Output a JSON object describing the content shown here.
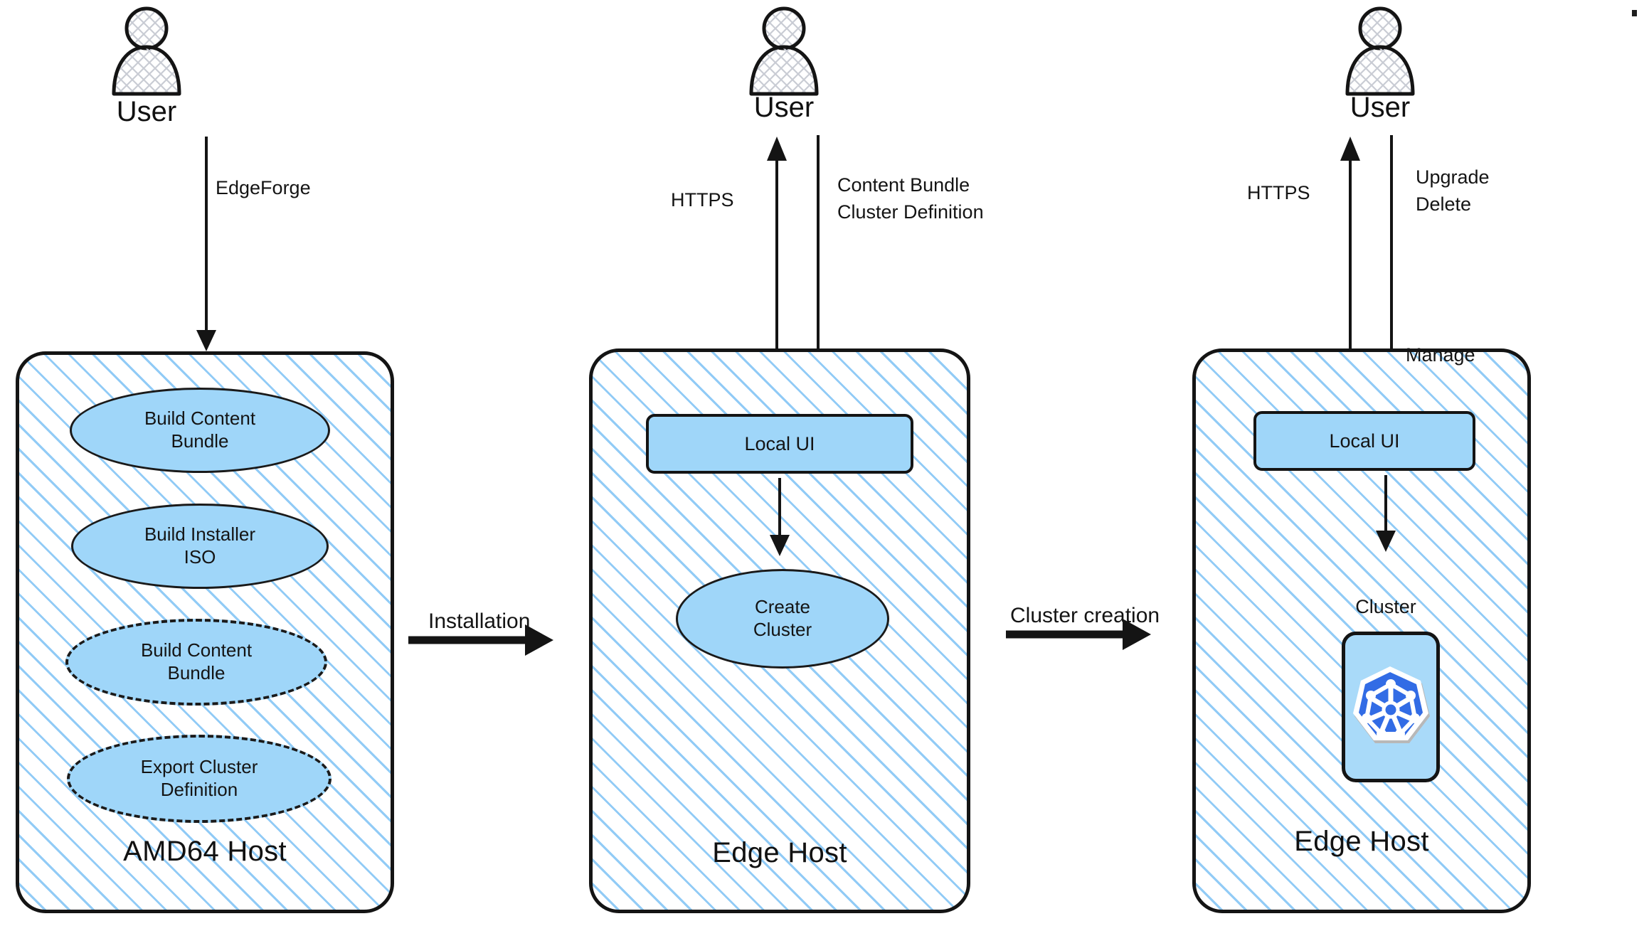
{
  "colors": {
    "node_fill": "#9FD6F9",
    "cluster_card_fill": "#A9DAF9",
    "hatch_line": "#8BC8F5",
    "stroke": "#141414",
    "k8s_blue": "#326CE5",
    "k8s_blue_light": "#2F86D8"
  },
  "actors": [
    {
      "label": "User",
      "icon": "user-actor-icon"
    },
    {
      "label": "User",
      "icon": "user-actor-icon"
    },
    {
      "label": "User",
      "icon": "user-actor-icon"
    }
  ],
  "hosts": [
    {
      "id": "amd64-host",
      "label": "AMD64 Host",
      "nodes": [
        {
          "id": "build-content-bundle-1",
          "label": "Build Content\nBundle",
          "line1": "Build Content",
          "line2": "Bundle",
          "shape": "ellipse",
          "border": "solid"
        },
        {
          "id": "build-installer-iso",
          "label": "Build Installer\nISO",
          "line1": "Build Installer",
          "line2": "ISO",
          "shape": "ellipse",
          "border": "solid"
        },
        {
          "id": "build-content-bundle-2",
          "label": "Build Content\nBundle",
          "line1": "Build Content",
          "line2": "Bundle",
          "shape": "ellipse",
          "border": "dashed"
        },
        {
          "id": "export-cluster-definition",
          "label": "Export Cluster\nDefinition",
          "line1": "Export Cluster",
          "line2": "Definition",
          "shape": "ellipse",
          "border": "dashed"
        }
      ]
    },
    {
      "id": "edge-host-middle",
      "label": "Edge Host",
      "nodes": [
        {
          "id": "local-ui-middle",
          "label": "Local UI",
          "shape": "rounded-rect",
          "border": "solid"
        },
        {
          "id": "create-cluster",
          "label": "Create\nCluster",
          "line1": "Create",
          "line2": "Cluster",
          "shape": "ellipse",
          "border": "solid"
        }
      ]
    },
    {
      "id": "edge-host-right",
      "label": "Edge Host",
      "nodes": [
        {
          "id": "local-ui-right",
          "label": "Local UI",
          "shape": "rounded-rect",
          "border": "solid"
        },
        {
          "id": "cluster-card",
          "caption": "Cluster",
          "shape": "rounded-rect",
          "icon": "kubernetes-icon"
        }
      ]
    }
  ],
  "edge_labels": {
    "edgeforge": "EdgeForge",
    "installation": "Installation",
    "cluster_creation": "Cluster creation",
    "https_middle": "HTTPS",
    "content_bundle": "Content Bundle",
    "cluster_definition": "Cluster Definition",
    "https_right": "HTTPS",
    "upgrade": "Upgrade",
    "delete": "Delete",
    "manage": "Manage",
    "cluster_caption": "Cluster"
  }
}
